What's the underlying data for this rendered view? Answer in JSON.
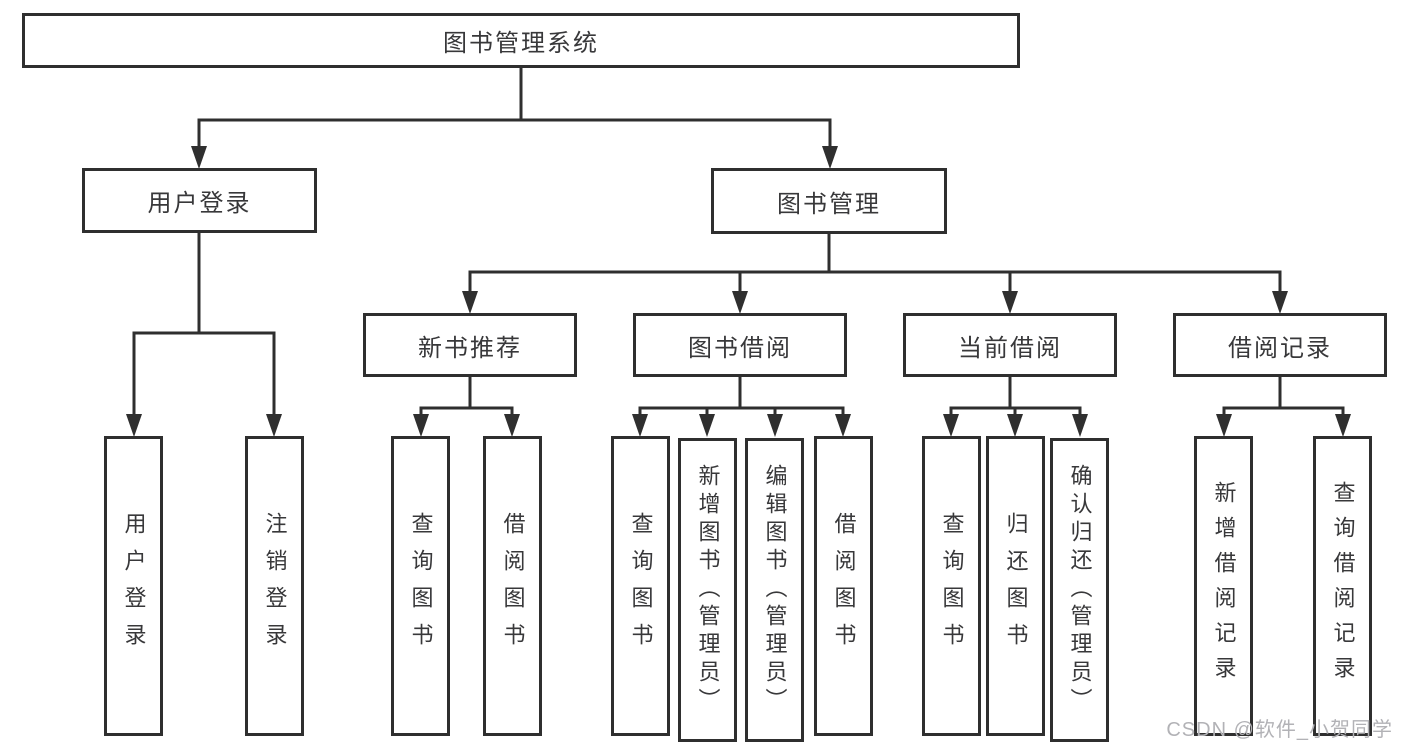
{
  "root": {
    "label": "图书管理系统"
  },
  "level2": {
    "user_login": {
      "label": "用户登录"
    },
    "book_mgmt": {
      "label": "图书管理"
    }
  },
  "level3": {
    "new_book_rec": {
      "label": "新书推荐"
    },
    "book_borrow": {
      "label": "图书借阅"
    },
    "current_borrow": {
      "label": "当前借阅"
    },
    "borrow_record": {
      "label": "借阅记录"
    }
  },
  "leaves": {
    "user_login": {
      "label": "用户登录"
    },
    "logout": {
      "label": "注销登录"
    },
    "rec_query": {
      "label": "查询图书"
    },
    "rec_borrow": {
      "label": "借阅图书"
    },
    "borrow_query": {
      "label": "查询图书"
    },
    "borrow_add": {
      "label": "新增图书（管理员）"
    },
    "borrow_edit": {
      "label": "编辑图书（管理员）"
    },
    "borrow_lend": {
      "label": "借阅图书"
    },
    "current_query": {
      "label": "查询图书"
    },
    "current_return": {
      "label": "归还图书"
    },
    "current_confirm": {
      "label": "确认归还（管理员）"
    },
    "record_add": {
      "label": "新增借阅记录"
    },
    "record_query": {
      "label": "查询借阅记录"
    }
  },
  "watermark": {
    "text": "CSDN @软件_小贺同学"
  },
  "colors": {
    "line": "#2f2f2f",
    "text": "#38383a",
    "watermark": "#b2b2b6",
    "background": "#ffffff"
  }
}
